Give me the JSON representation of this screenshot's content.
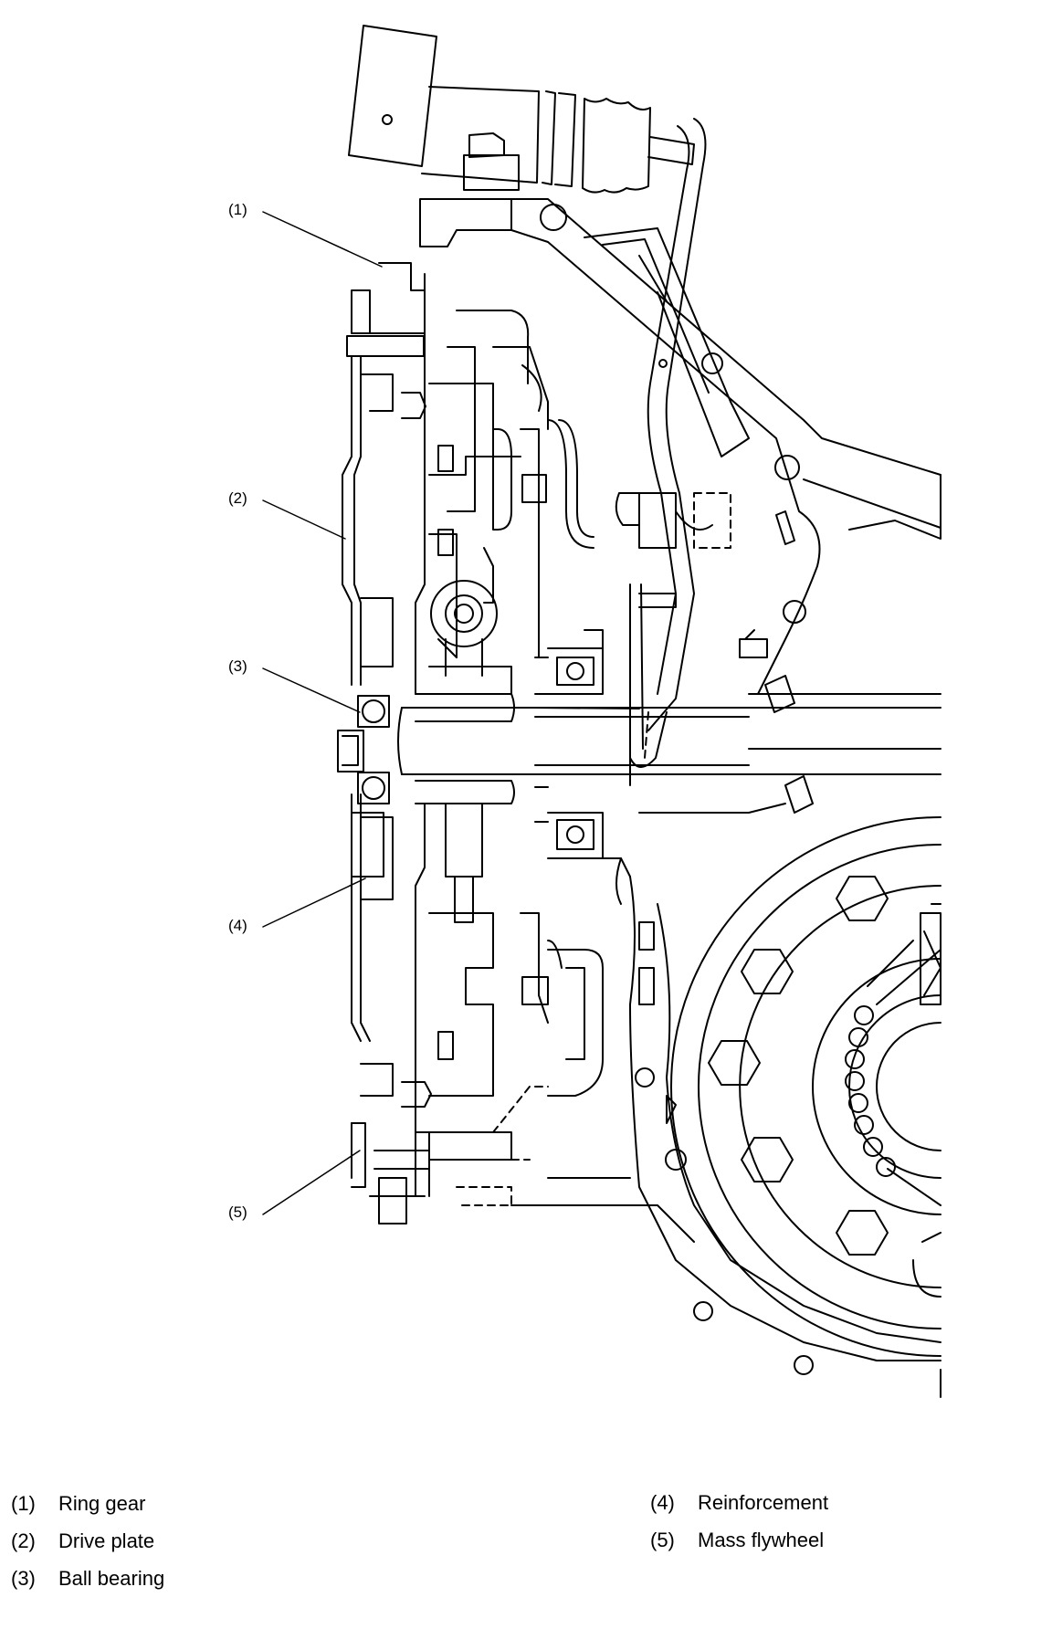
{
  "callouts": [
    {
      "id": "1",
      "label": "(1)"
    },
    {
      "id": "2",
      "label": "(2)"
    },
    {
      "id": "3",
      "label": "(3)"
    },
    {
      "id": "4",
      "label": "(4)"
    },
    {
      "id": "5",
      "label": "(5)"
    }
  ],
  "legend": [
    {
      "num": "(1)",
      "name": "Ring gear"
    },
    {
      "num": "(2)",
      "name": "Drive plate"
    },
    {
      "num": "(3)",
      "name": "Ball bearing"
    },
    {
      "num": "(4)",
      "name": "Reinforcement"
    },
    {
      "num": "(5)",
      "name": "Mass flywheel"
    }
  ]
}
